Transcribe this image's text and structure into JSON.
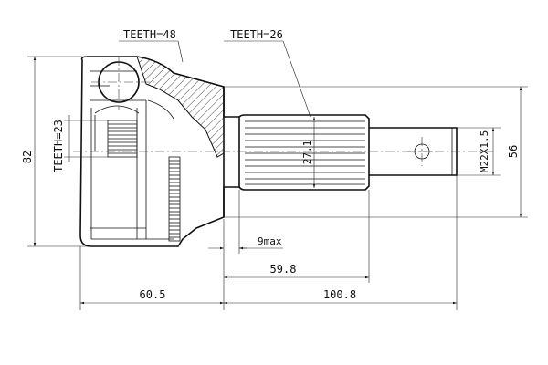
{
  "labels": {
    "teeth_housing": "TEETH=48",
    "teeth_shaft": "TEETH=26",
    "teeth_inner": "TEETH=23",
    "overall_height": "82",
    "shaft_spline": "27.1",
    "thread": "M22X1.5",
    "shoulder_height": "56",
    "max_gap": "9max",
    "spline_length": "59.8",
    "housing_length": "60.5",
    "stub_length": "100.8"
  }
}
